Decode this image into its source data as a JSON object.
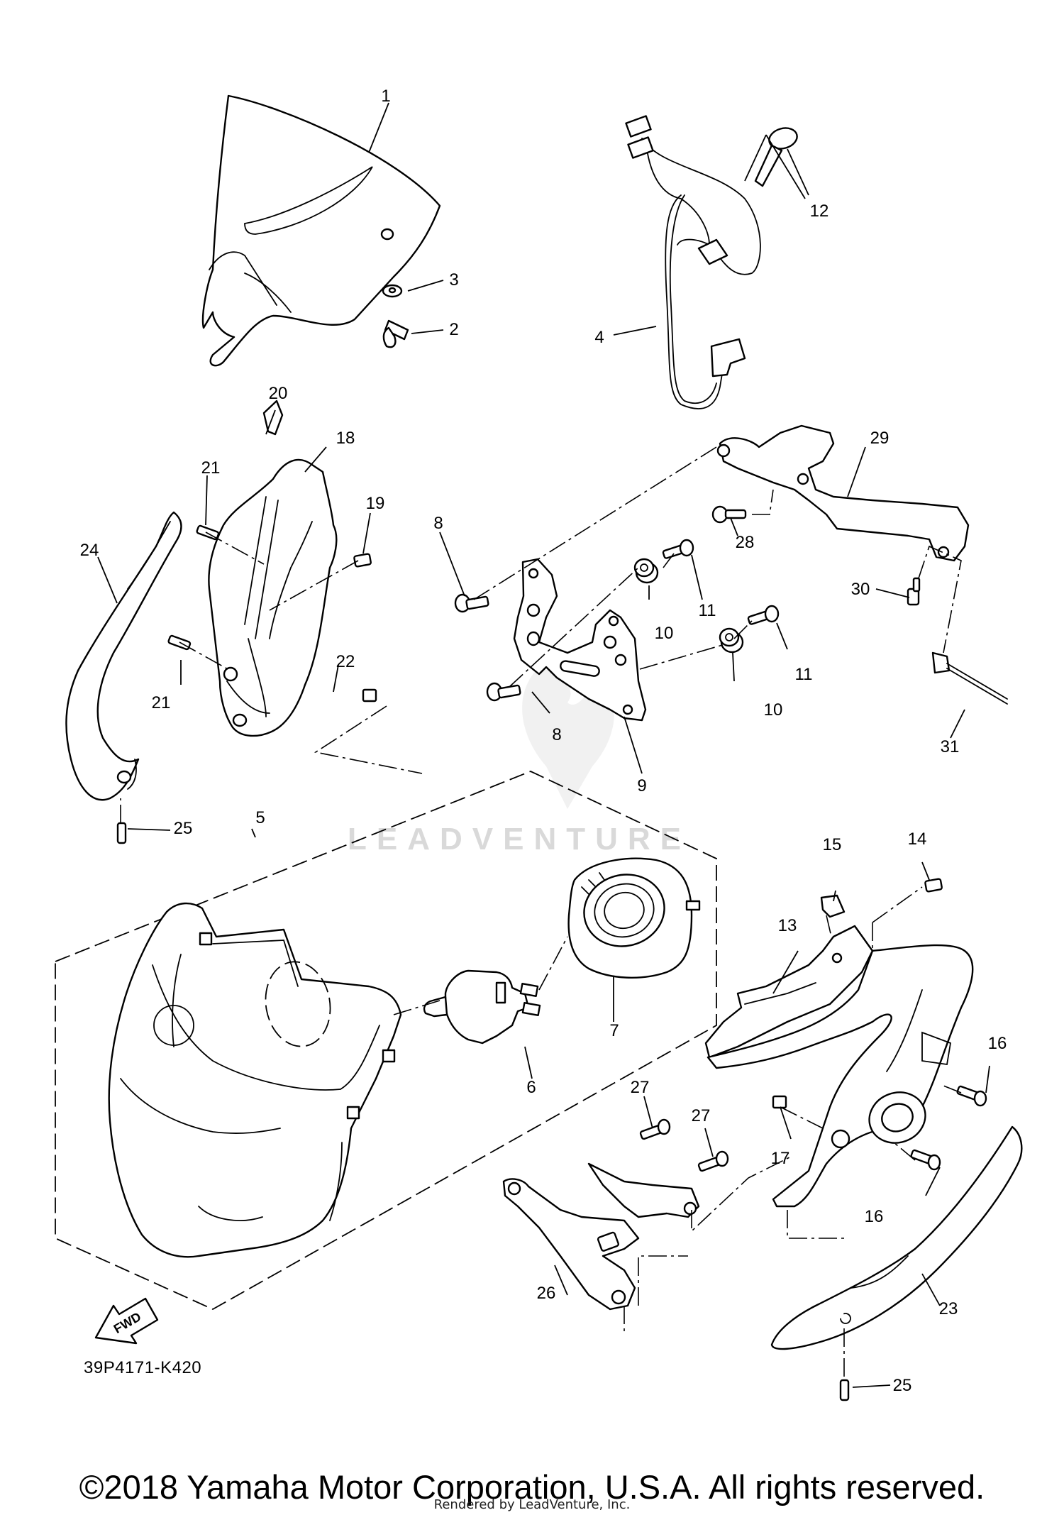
{
  "diagram": {
    "callouts": [
      "1",
      "2",
      "3",
      "4",
      "5",
      "6",
      "7",
      "8",
      "8",
      "9",
      "10",
      "10",
      "11",
      "11",
      "12",
      "13",
      "14",
      "15",
      "16",
      "16",
      "17",
      "18",
      "19",
      "20",
      "21",
      "21",
      "22",
      "23",
      "24",
      "25",
      "25",
      "26",
      "27",
      "27",
      "28",
      "29",
      "30",
      "31"
    ],
    "drawing_code": "39P4171-K420",
    "fwd_label": "FWD",
    "watermark": "LEADVENTURE",
    "copyright": "©2018 Yamaha Motor Corporation, U.S.A. All rights reserved.",
    "rendered_by": "Rendered by LeadVenture, Inc."
  }
}
